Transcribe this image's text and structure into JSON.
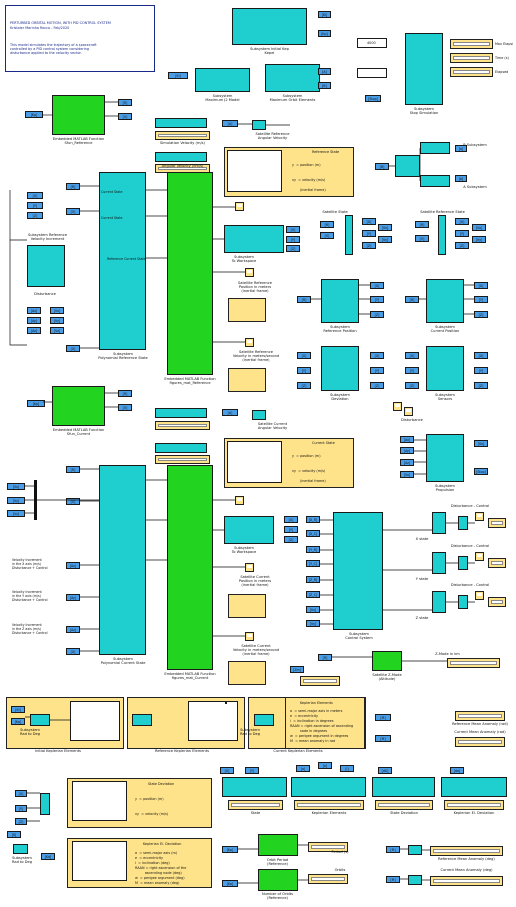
{
  "header": {
    "title": "PERTURBED ORBITAL MOTION, WITH PID CONTROL SYSTEM",
    "author": "Kristaler Marinho Rocco - Feb/2020",
    "description": "This model simulates the trajectory of a spacecraft\ncontrolled by a PID control system considering\ndisturbance applied to the velocity vector."
  },
  "top_blocks": {
    "initial_kep": "Subsystem Initial Kep\nKepel",
    "max_limit": "Subsystem\nMaximum J2 Model",
    "max_orbit": "Subsystem\nMaximum Orbit Elements",
    "stop": "Subsystem\nStop Simulation",
    "end_labels": [
      "Max Elapsi",
      "Time (s)",
      "Elapsed"
    ]
  },
  "reference": {
    "embedded": "Embedded MATLAB Function\nSfun_Reference",
    "velocity": "Subsystem Reference\nVelocity Increment",
    "polynomial": "Subsystem\nPolynomial Reference State",
    "figures": "Embedded MATLAB Function\nfigures_mat_Reference",
    "sat_angular": "Satellite Reference\nAngular Velocity",
    "disturbance": "Disturbance",
    "to_workspace": "Subsystem\nTo Workspace",
    "position_text": "Satellite Reference\nPosition in meters\n(inertial frame)",
    "velocity_text": "Satellite Reference\nVelocity in meters/second\n(inertial frame)",
    "state_title": "Reference State",
    "state_lines": [
      "x",
      "y  = position (m)",
      "z",
      "vx",
      "vy  = velocity (m/s)",
      "vz",
      "(inertial frame)"
    ],
    "angular_labels": [
      "Simulation Velocity (m/s)",
      "Angular Velocity (km/s)"
    ],
    "in_labels": [
      "Current State",
      "Current State",
      "Reference Current State"
    ]
  },
  "current": {
    "embedded": "Embedded MATLAB Function\nSfun_Current",
    "polynomial": "Subsystem\nPolynomial Current State",
    "figures": "Embedded MATLAB Function\nfigures_mat_Current",
    "sat_angular": "Satellite Current\nAngular Velocity",
    "to_workspace": "Subsystem\nTo Workspace",
    "position_text": "Satellite Current\nPosition in meters\n(inertial frame)",
    "velocity_text": "Satellite Current\nVelocity in meters/second\n(inertial frame)",
    "state_title": "Current State",
    "inputs": [
      "Velocity Increment\nin the X axis (m/s)\nDisturbance + Control",
      "Velocity Increment\nin the Y axis (m/s)\nDisturbance + Control",
      "Velocity Increment\nin the Z axis (m/s)\nDisturbance + Control"
    ]
  },
  "right_column": {
    "b_subsystem": "B Subsystem",
    "a_subsystem": "A Subsystem",
    "sat_state": "Satellite State",
    "ref_state": "Satellite Reference State",
    "ref_position": "Subsystem\nReference Position",
    "cur_position": "Subsystem\nCurrent Position",
    "deviation": "Subsystem\nDeviation",
    "sensors": "Subsystem\nSensors",
    "propulsion": "Subsystem\nPropulsion",
    "control": "Subsystem\nControl System",
    "x_label": "Disturbance - Control",
    "y_label": "Disturbance - Control",
    "z_label": "Disturbance - Control",
    "switch_label": "Satellite Z-Mode\n(Altitude)",
    "zmode_label": "Z-Mode in km",
    "x_state": "X state",
    "y_state": "Y state",
    "z_state": "Z state"
  },
  "bottom": {
    "ref_mean_anomaly": "Reference Mean Anomaly (rad)",
    "cur_mean_anomaly": "Current Mean Anomaly (rad)",
    "keplerian_title": "Keplerian Elements",
    "keplerian_lines": [
      "a  = semi-major axis in meters",
      "e  = eccentricity",
      "i  = inclination in degrees",
      "RAAN = right ascension of ascending",
      "         node in degrees",
      "w  = perigee argument in degrees",
      "M  = mean anomaly in rad"
    ],
    "initial_kep_label": "Initial Keplerian Elements",
    "ref_kep_label": "Reference Keplerian Elements",
    "cur_kep_label": "Current Keplerian Elements",
    "rad2deg": [
      "Subsystem\nRad to Deg",
      "Subsystem\nRad to Deg",
      "Subsystem\nRad to Deg"
    ],
    "state_dev_title": "State Deviation",
    "kep_dev_title": "Keplerian El. Deviation",
    "kep_dev_lines": [
      "a  = semi-major axis (m)",
      "e  = eccentricity",
      "i  = inclination (deg)",
      "RAAN = right ascension of the",
      "         ascending node (deg)",
      "w  = perigee argument (deg)",
      "M  = mean anomaly (deg)"
    ],
    "scope_groups": [
      "State",
      "Keplerian Elements",
      "State Deviation",
      "Keplerian El. Deviation"
    ],
    "orbit_period": "Orbit Period\n(Reference)",
    "number_orbits": "Number of Orbits\n(Reference)",
    "period_label": "Period (s)",
    "orbits_label": "Orbits",
    "ref_mean_deg": "Reference Mean Anomaly (deg)",
    "cur_mean_deg": "Current Mean Anomaly (deg)"
  },
  "ports": {
    "generic": [
      "[R]",
      "[V]",
      "[X]",
      "[Y]",
      "[Z]",
      "[Vx]",
      "[Vy]",
      "[Vz]",
      "[Ax]",
      "[Ay]",
      "[Az]",
      "[Kep]"
    ],
    "const_label": "4000"
  },
  "colors": {
    "subsystem": "#1fcfcf",
    "function": "#22d31f",
    "display": "#ffe38a",
    "tag": "#4a9ee8",
    "note_border": "#1a2a8a"
  }
}
